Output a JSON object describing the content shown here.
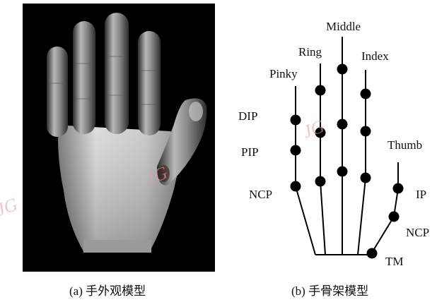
{
  "panels": {
    "a": {
      "caption": "(a) 手外观模型"
    },
    "b": {
      "caption": "(b) 手骨架模型"
    }
  },
  "skeleton": {
    "finger_labels": {
      "middle": "Middle",
      "ring": "Ring",
      "index": "Index",
      "pinky": "Pinky",
      "thumb": "Thumb"
    },
    "joint_labels": {
      "dip": "DIP",
      "pip": "PIP",
      "ncp_left": "NCP",
      "ip": "IP",
      "ncp_thumb": "NCP",
      "tm": "TM"
    }
  },
  "watermark": "JG",
  "colors": {
    "photo_bg": "#000000",
    "ink": "#111111",
    "watermark": "#e9a0a0"
  }
}
